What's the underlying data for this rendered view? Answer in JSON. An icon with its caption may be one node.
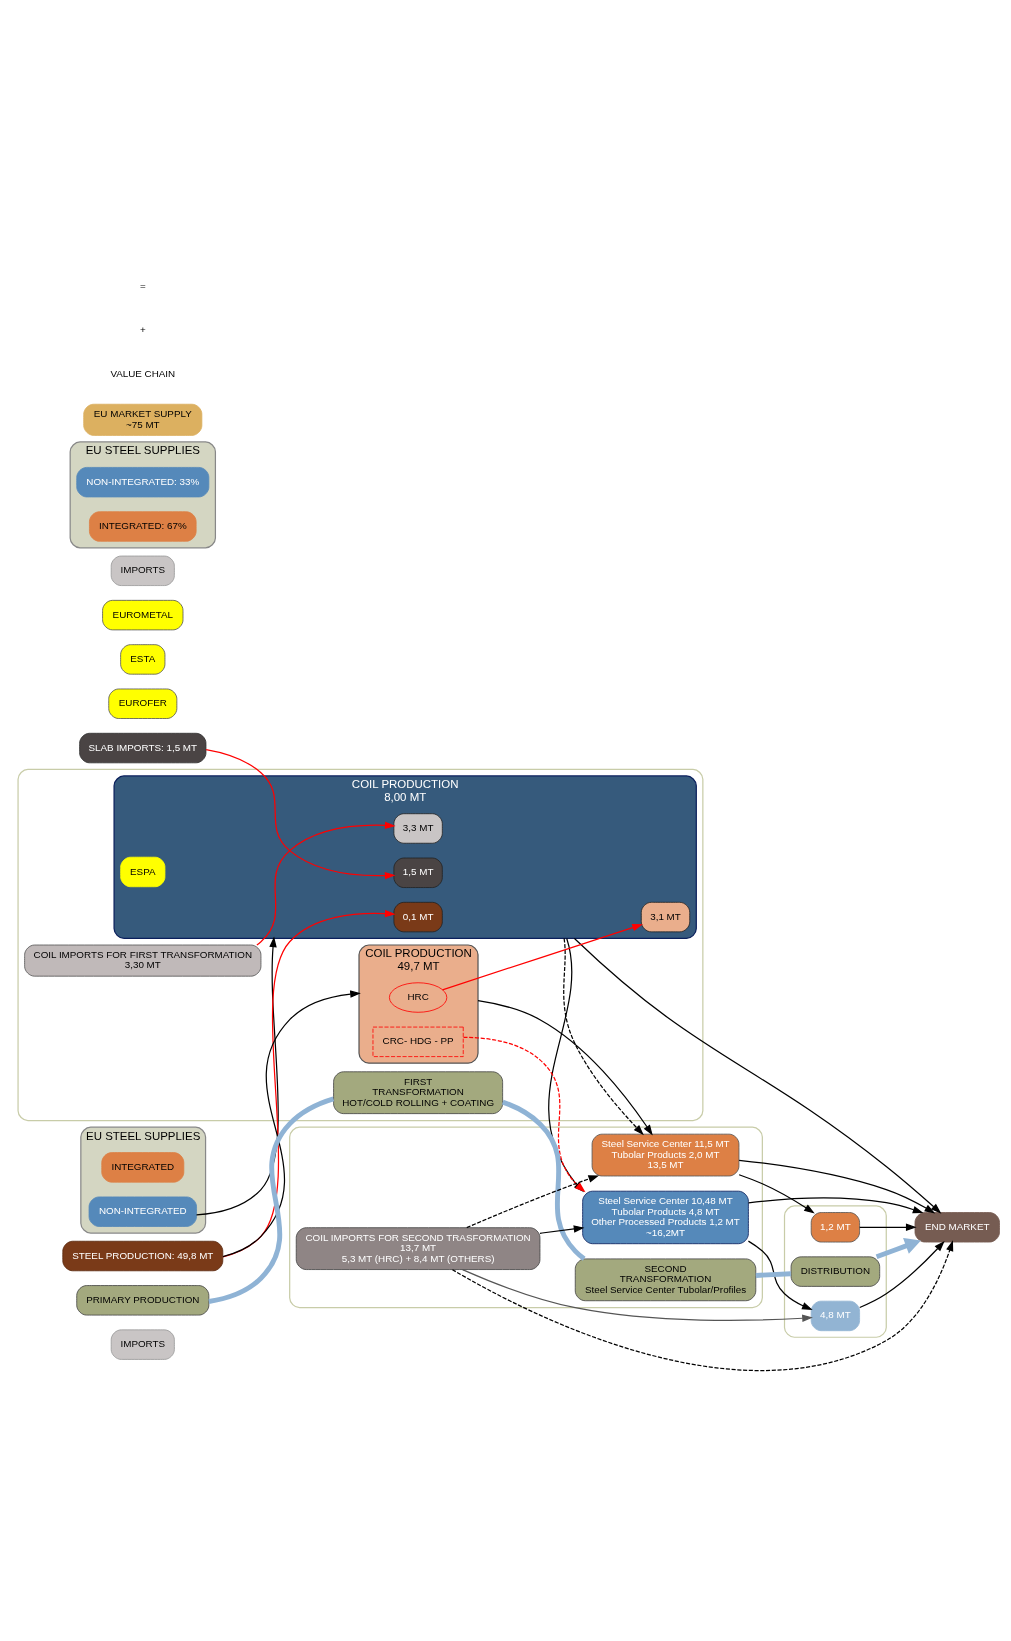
{
  "diagram": {
    "nodes": [
      {
        "text": [
          "IMPORTS"
        ]
      },
      {
        "text": [
          "SLAB IMPORTS: 1,5 MT"
        ]
      },
      {
        "text": [
          "EU STEEL SUPPLIES"
        ]
      },
      {
        "text": [
          "INTEGRATED"
        ],
        "in": 2
      },
      {
        "text": [
          "NON-INTEGRATED"
        ],
        "in": 2
      },
      {
        "text": [
          "EUROFER"
        ]
      },
      {
        "text": [
          "STEEL PRODUCTION: 49,8 MT"
        ]
      },
      {
        "text": [],
        "shape": "box"
      },
      {
        "text": [
          "COIL IMPORTS FOR FIRST TRANSFORMATION",
          "3,30 MT"
        ],
        "in": 7
      },
      {
        "text": [
          "COIL PRODUCTION",
          "8,00 MT"
        ],
        "in": 7
      },
      {
        "text": [
          "1,5 MT"
        ],
        "in": 9
      },
      {
        "text": [
          "3,3 MT"
        ],
        "in": 9
      },
      {
        "text": [
          "ESPA"
        ],
        "in": 9
      },
      {
        "text": [
          "0,1 MT"
        ],
        "in": 9
      },
      {
        "text": [
          "3,1 MT"
        ],
        "in": 9
      },
      {
        "text": [
          "COIL PRODUCTION",
          "49,7 MT"
        ],
        "in": 7
      },
      {
        "text": [
          "HRC"
        ],
        "in": 15
      },
      {
        "text": [
          "CRC- HDG - PP"
        ],
        "in": 15
      },
      {
        "text": [
          "FIRST",
          "TRANSFORMATION",
          "HOT/COLD ROLLING + COATING"
        ],
        "in": 7
      },
      {
        "text": [],
        "shape": "box"
      },
      {
        "text": [
          "COIL IMPORTS FOR SECOND TRASFORMATION",
          "13,7 MT",
          "5,3 MT (HRC) + 8,4 MT (OTHERS)"
        ],
        "in": 19
      },
      {
        "text": [
          "Steel Service Center 10,48 MT",
          "Tubolar Products 4,8 MT",
          "Other Processed Products 1,2 MT",
          "~16,2MT"
        ],
        "in": 19
      },
      {
        "text": [
          "Steel Service Center 11,5 MT",
          "Tubolar Products 2,0 MT",
          "13,5 MT"
        ],
        "in": 19
      },
      {
        "text": [
          "ESTA"
        ]
      },
      {
        "text": [
          "SECOND",
          "TRANSFORMATION",
          "Steel Service Center Tubolar/Profiles"
        ],
        "in": 19
      },
      {
        "text": [],
        "shape": "box"
      },
      {
        "text": [
          "4,8 MT"
        ],
        "in": 25
      },
      {
        "text": [
          "1,2 MT"
        ],
        "in": 25
      },
      {
        "text": [
          "EUROMETAL"
        ]
      },
      {
        "text": [
          "DISTRIBUTION"
        ],
        "in": 25
      },
      {
        "text": [
          "END MARKET"
        ]
      },
      {
        "text": [
          "PRIMARY PRODUCTION"
        ]
      },
      {
        "text": [
          "IMPORTS"
        ]
      },
      {
        "text": [
          "EU STEEL SUPPLIES"
        ]
      },
      {
        "text": [
          "NON-INTEGRATED: 33%"
        ],
        "in": 33
      },
      {
        "text": [
          "INTEGRATED: 67%"
        ],
        "in": 33
      },
      {
        "text": [
          "EU MARKET SUPPLY",
          "~75 MT"
        ]
      }
    ],
    "edges": [
      {
        "from": 1,
        "to": 10,
        "arrow": "to",
        "color": "#ff0000"
      },
      {
        "from": 8,
        "to": 11,
        "arrow": "to",
        "color": "#ff0000"
      },
      {
        "from": 6,
        "to": 13,
        "arrow": "to",
        "color": "#ff0000"
      },
      {
        "from": 16,
        "to": 14,
        "arrow": "to",
        "color": "#ff0000"
      },
      {
        "from": 4,
        "to": 9,
        "arrow": "to"
      },
      {
        "from": 6,
        "to": 15,
        "arrow": "to"
      },
      {
        "from": 9,
        "to": 30,
        "arrow": "to"
      },
      {
        "from": 9,
        "to": 21,
        "arrow": "to"
      },
      {
        "from": 9,
        "to": 22,
        "arrow": "to",
        "style": "dashed"
      },
      {
        "from": 17,
        "to": 21,
        "arrow": "to",
        "style": "dashed",
        "color": "#ff0000"
      },
      {
        "from": 20,
        "to": 30,
        "arrow": "to",
        "style": "dashed"
      },
      {
        "from": 20,
        "to": 26,
        "arrow": "to",
        "color": "#555555"
      },
      {
        "from": 20,
        "to": 21,
        "arrow": "to"
      },
      {
        "from": 20,
        "to": 22,
        "arrow": "to",
        "style": "dashed"
      },
      {
        "from": 21,
        "to": 26,
        "arrow": "to"
      },
      {
        "from": 26,
        "to": 30,
        "arrow": "to"
      },
      {
        "from": 21,
        "to": 30,
        "arrow": "to"
      },
      {
        "from": 15,
        "to": 22,
        "arrow": "to"
      },
      {
        "from": 22,
        "to": 30,
        "arrow": "to"
      },
      {
        "from": 22,
        "to": 27,
        "arrow": "to"
      },
      {
        "from": 27,
        "to": 30,
        "arrow": "to"
      },
      {
        "from": 31,
        "to": 18,
        "arrow": "none",
        "style": "thick",
        "color": "#8fb3d5"
      },
      {
        "from": 18,
        "to": 24,
        "arrow": "none",
        "style": "thick",
        "color": "#8fb3d5"
      },
      {
        "from": 24,
        "to": 29,
        "arrow": "none",
        "style": "thick",
        "color": "#8fb3d5"
      },
      {
        "from": 29,
        "to": 30,
        "arrow": "to",
        "style": "thick",
        "color": "#8fb3d5"
      }
    ],
    "labels": [
      "VALUE CHAIN",
      "+",
      "="
    ]
  }
}
